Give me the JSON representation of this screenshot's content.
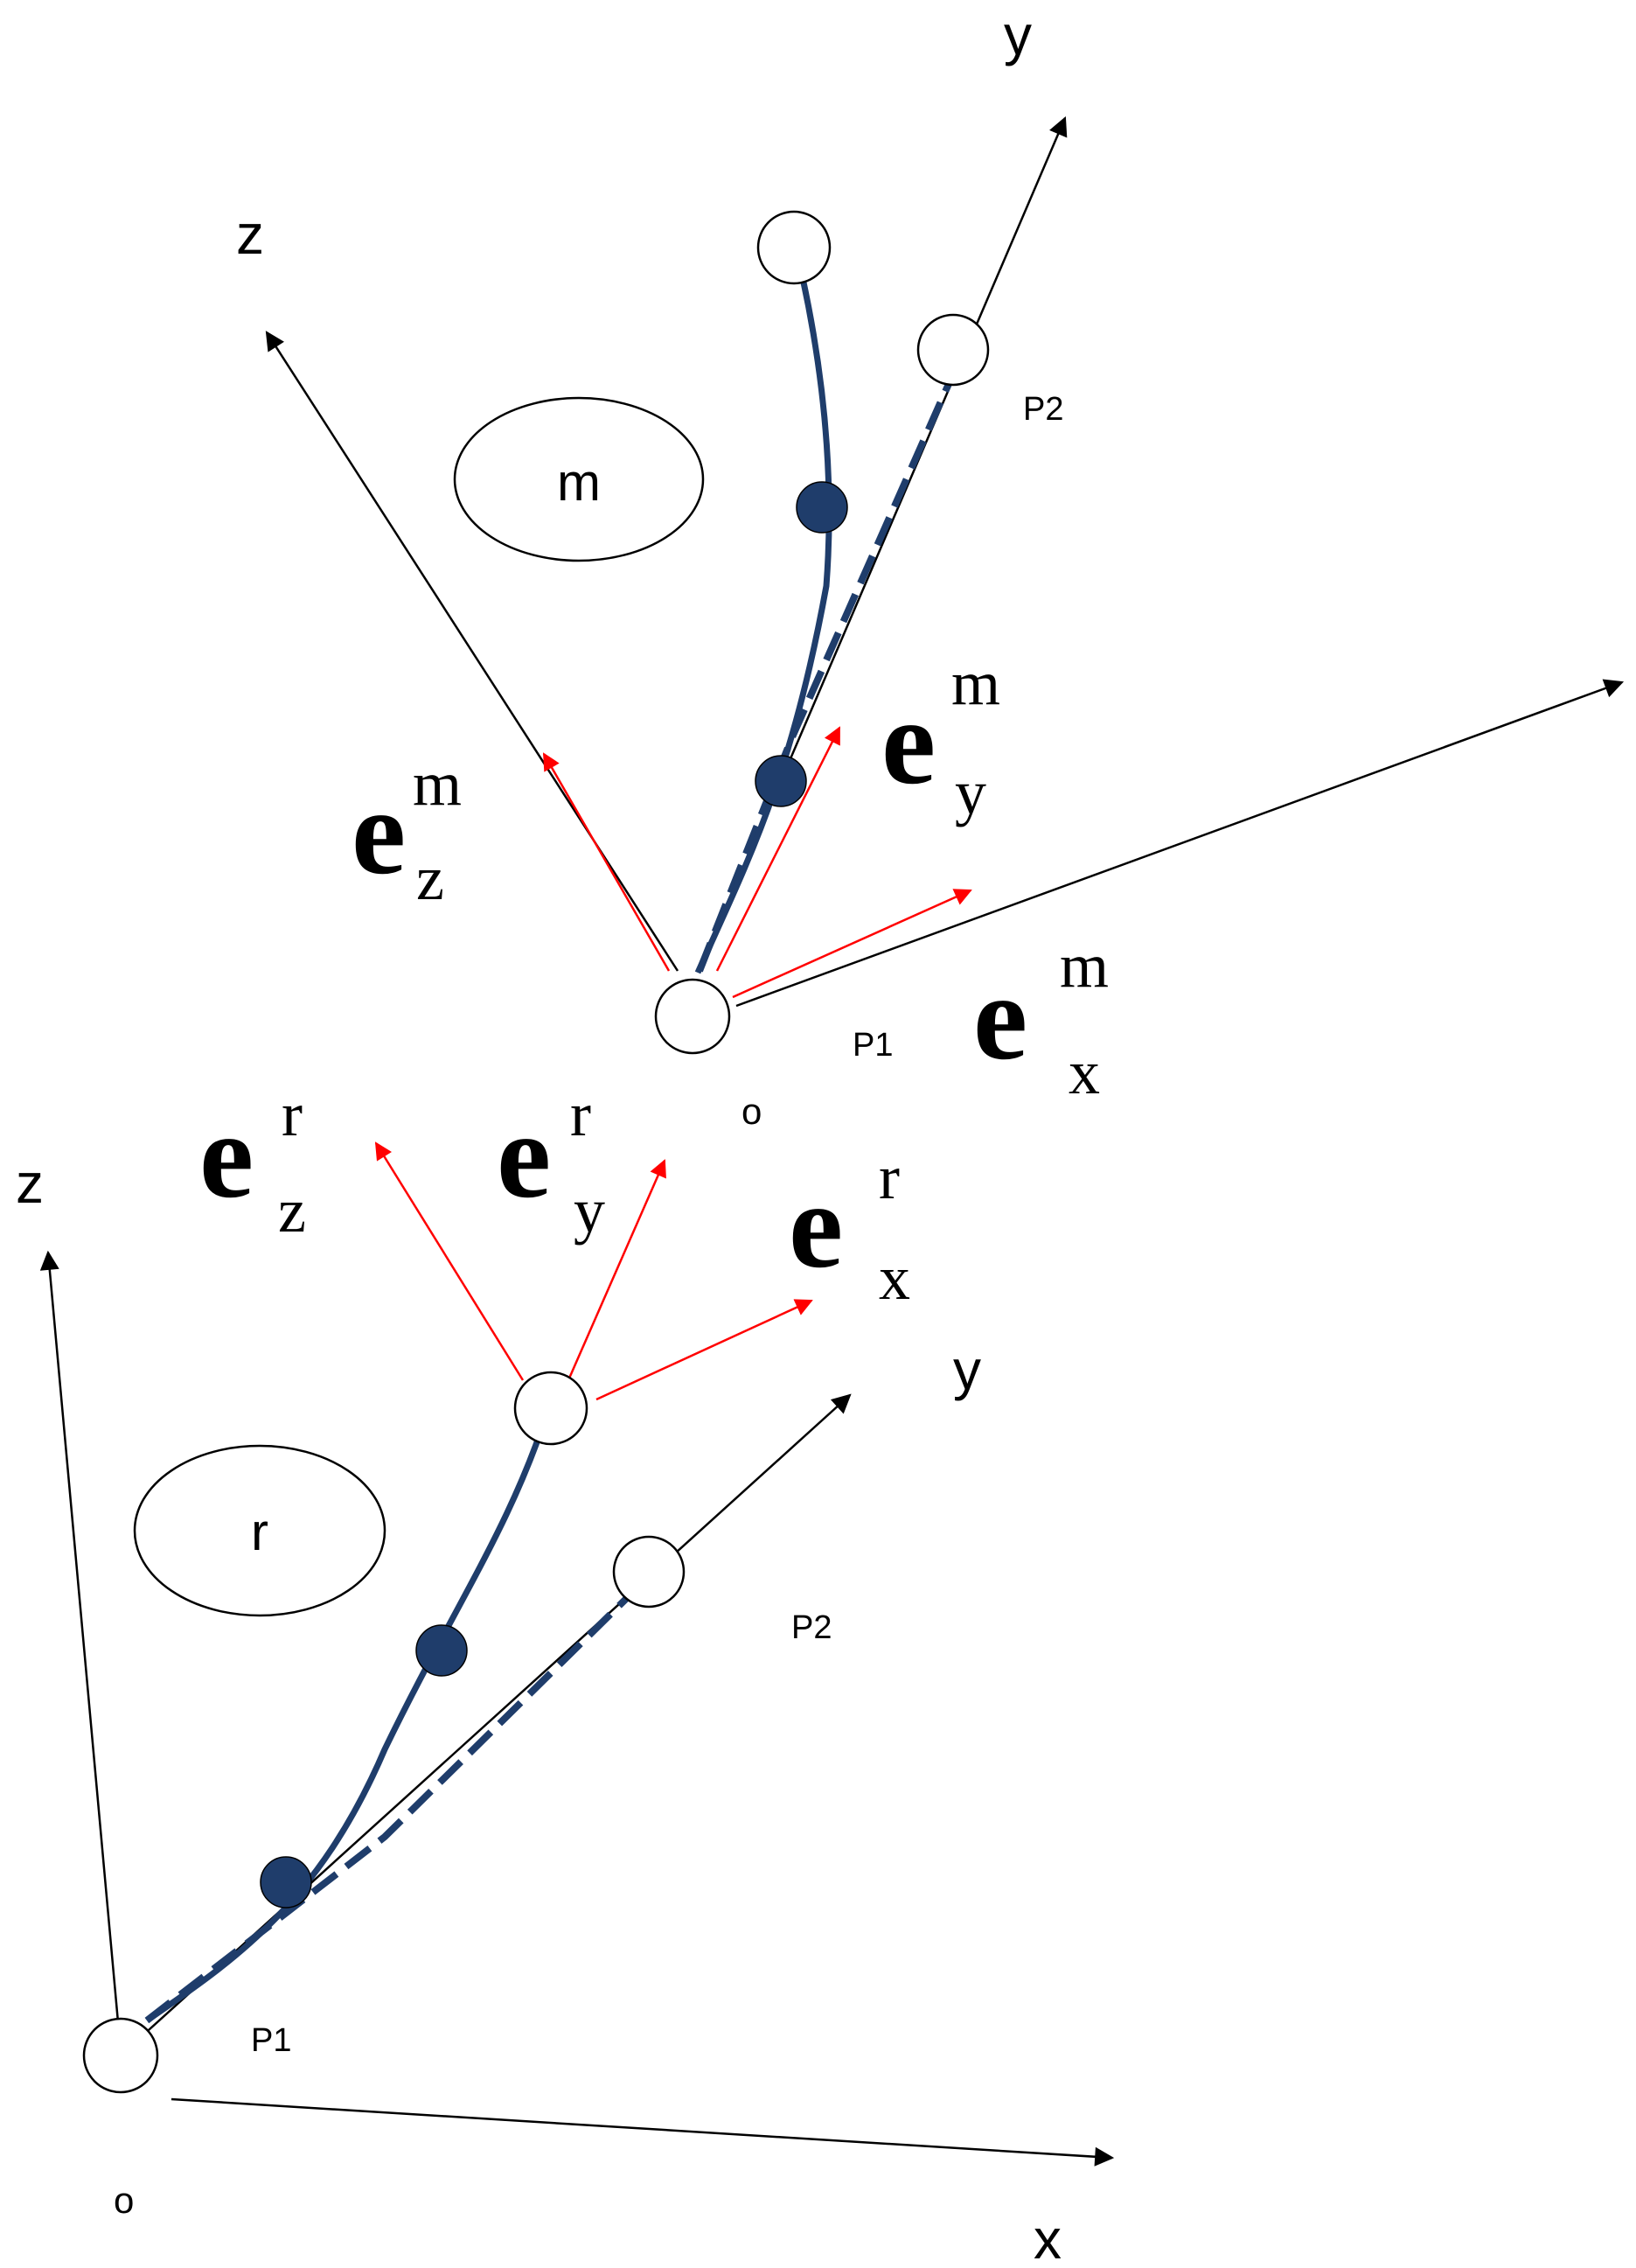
{
  "colors": {
    "axis": "#000000",
    "basis_vector": "#ff0000",
    "curve": "#1f3d6b",
    "node_fill": "#ffffff",
    "joint_fill": "#1f3d6b"
  },
  "upper_frame": {
    "axis_z": "z",
    "axis_y": "y",
    "origin": "o",
    "p1": "P1",
    "p2": "P2",
    "region": "m",
    "ez": {
      "base": "e",
      "sup": "m",
      "sub": "z"
    },
    "ey": {
      "base": "e",
      "sup": "m",
      "sub": "y"
    },
    "ex": {
      "base": "e",
      "sup": "m",
      "sub": "x"
    }
  },
  "lower_frame": {
    "axis_z": "z",
    "axis_y": "y",
    "axis_x": "x",
    "origin": "o",
    "p1": "P1",
    "p2": "P2",
    "region": "r",
    "ez": {
      "base": "e",
      "sup": "r",
      "sub": "z"
    },
    "ey": {
      "base": "e",
      "sup": "r",
      "sub": "y"
    },
    "ex": {
      "base": "e",
      "sup": "r",
      "sub": "x"
    }
  }
}
